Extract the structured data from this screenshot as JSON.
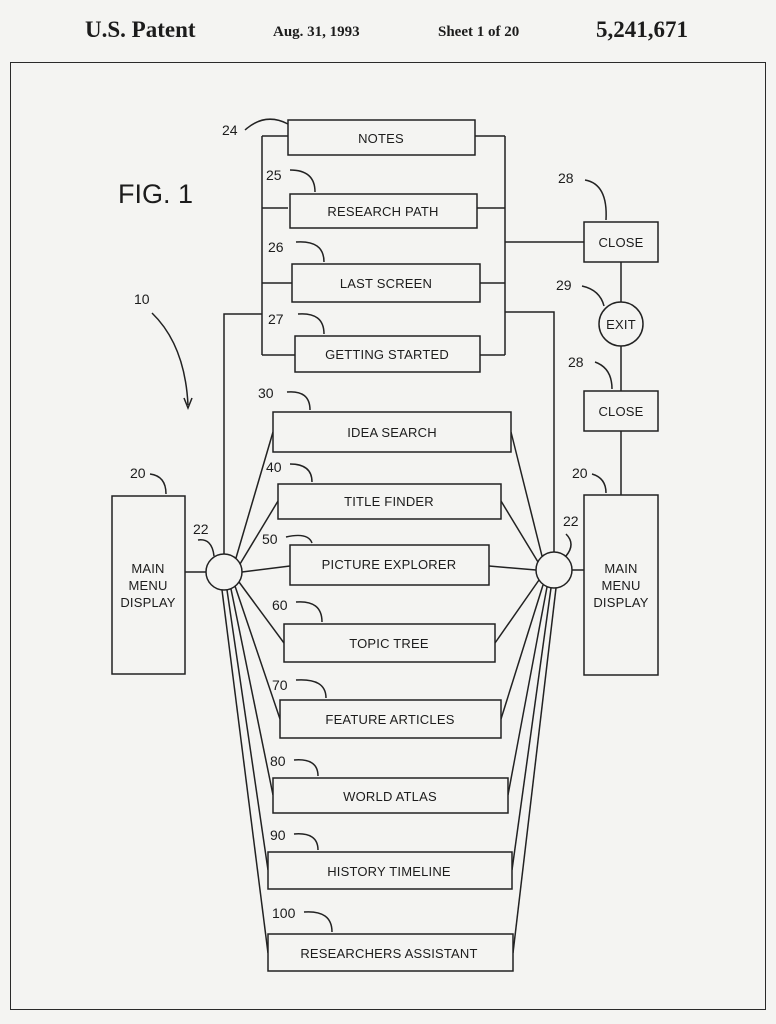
{
  "header": {
    "title": "U.S. Patent",
    "date": "Aug. 31, 1993",
    "sheet": "Sheet 1 of 20",
    "patent_number": "5,241,671"
  },
  "figure": {
    "label": "FIG. 1",
    "ref_overall": "10"
  },
  "top_menu": {
    "notes": {
      "label": "NOTES",
      "ref": "24"
    },
    "research_path": {
      "label": "RESEARCH PATH",
      "ref": "25"
    },
    "last_screen": {
      "label": "LAST SCREEN",
      "ref": "26"
    },
    "getting_started": {
      "label": "GETTING STARTED",
      "ref": "27"
    }
  },
  "right_controls": {
    "close_top": {
      "label": "CLOSE",
      "ref": "28"
    },
    "exit": {
      "label": "EXIT",
      "ref": "29"
    },
    "close_bottom": {
      "label": "CLOSE",
      "ref": "28"
    }
  },
  "main_menu": {
    "left": {
      "lines": [
        "MAIN",
        "MENU",
        "DISPLAY"
      ],
      "ref": "20"
    },
    "right": {
      "lines": [
        "MAIN",
        "MENU",
        "DISPLAY"
      ],
      "ref": "20"
    },
    "junction_left_ref": "22",
    "junction_right_ref": "22"
  },
  "features": [
    {
      "label": "IDEA SEARCH",
      "ref": "30"
    },
    {
      "label": "TITLE FINDER",
      "ref": "40"
    },
    {
      "label": "PICTURE EXPLORER",
      "ref": "50"
    },
    {
      "label": "TOPIC TREE",
      "ref": "60"
    },
    {
      "label": "FEATURE ARTICLES",
      "ref": "70"
    },
    {
      "label": "WORLD ATLAS",
      "ref": "80"
    },
    {
      "label": "HISTORY TIMELINE",
      "ref": "90"
    },
    {
      "label": "RESEARCHERS ASSISTANT",
      "ref": "100"
    }
  ]
}
